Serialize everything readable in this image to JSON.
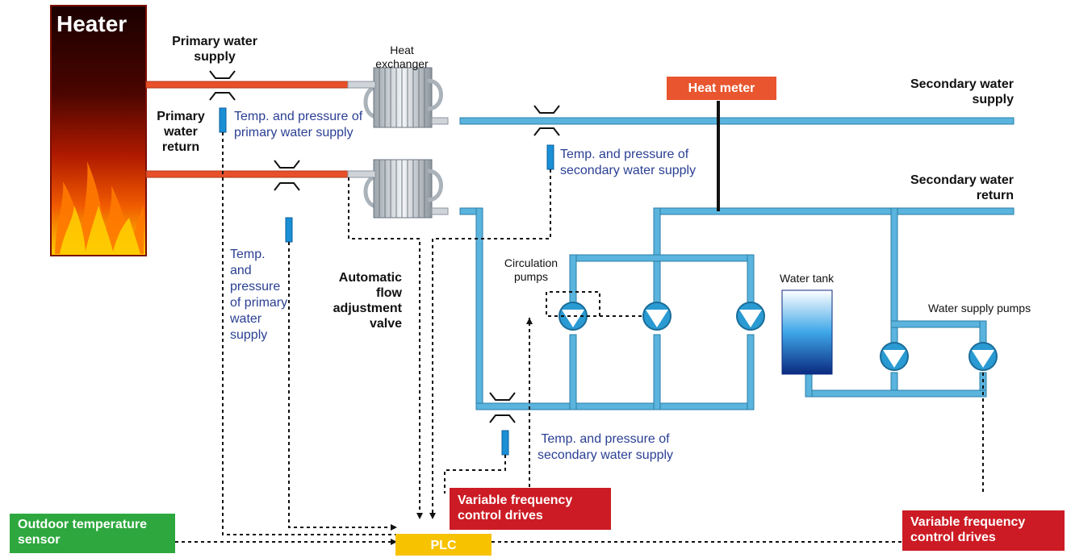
{
  "heater": {
    "label": "Heater"
  },
  "labels": {
    "primary_supply": "Primary water supply",
    "primary_return": "Primary water return",
    "heat_exchanger": "Heat exchanger",
    "heat_meter": "Heat meter",
    "secondary_supply": "Secondary water supply",
    "secondary_return": "Secondary water return",
    "sensor_primary_supply": "Temp. and pressure of primary water supply",
    "sensor_primary_return": "Temp. and pressure of primary water supply",
    "sensor_secondary_supply": "Temp. and pressure of secondary water supply",
    "sensor_secondary_return": "Temp. and pressure of secondary water supply",
    "flow_valve": "Automatic flow adjustment valve",
    "circulation_pumps": "Circulation pumps",
    "water_tank": "Water tank",
    "water_supply_pumps": "Water supply pumps",
    "vfd_circulation": "Variable frequency control drives",
    "vfd_supply": "Variable frequency control drives",
    "outdoor_sensor": "Outdoor temperature sensor",
    "plc": "PLC"
  },
  "colors": {
    "hot_pipe": "#e8502a",
    "cold_pipe": "#5ab4dd",
    "sensor": "#1a8fd6",
    "heat_meter_box": "#e8552e",
    "vfd_box": "#cc1b24",
    "outdoor_box": "#2ea83e",
    "plc_box": "#f7c200",
    "text_blue": "#2a3f93"
  }
}
